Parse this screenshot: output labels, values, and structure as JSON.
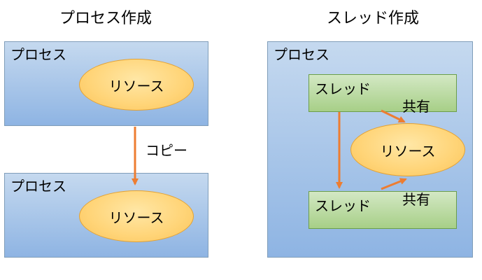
{
  "left_panel": {
    "title": "プロセス作成",
    "process_top": {
      "label": "プロセス",
      "resource": "リソース"
    },
    "copy_label": "コピー",
    "process_bottom": {
      "label": "プロセス",
      "resource": "リソース"
    }
  },
  "right_panel": {
    "title": "スレッド作成",
    "process": {
      "label": "プロセス",
      "thread_top": "スレッド",
      "share_top": "共有",
      "resource": "リソース",
      "thread_bottom": "スレッド",
      "share_bottom": "共有"
    }
  },
  "colors": {
    "process_fill": "#8eb4e3",
    "resource_fill": "#ffd477",
    "thread_fill": "#a7cf87",
    "arrow": "#ed7d31"
  }
}
